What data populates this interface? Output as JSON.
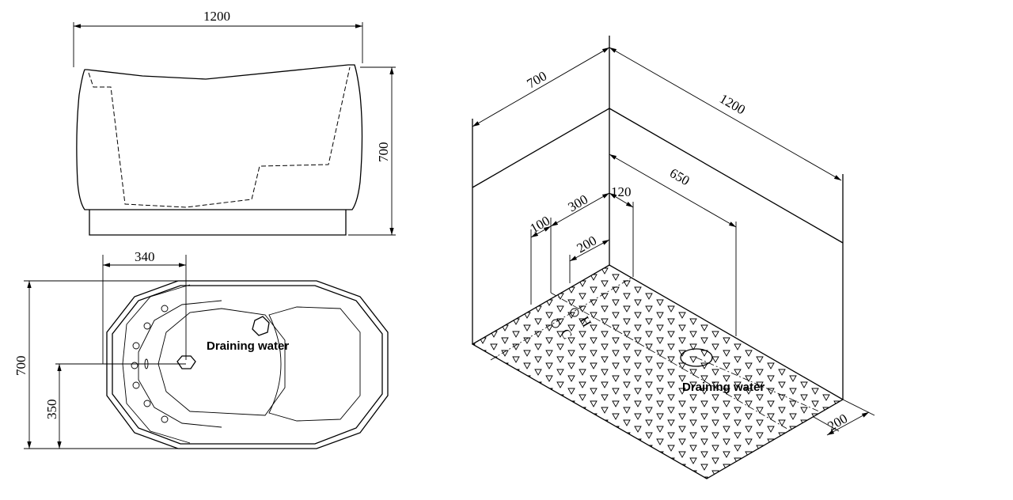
{
  "front_view": {
    "width_dim": "1200",
    "height_dim": "700"
  },
  "top_view": {
    "offset_dim": "340",
    "width_dim": "700",
    "half_dim": "350",
    "drain_label": "Draining water"
  },
  "iso_view": {
    "depth_dim": "700",
    "length_dim": "1200",
    "drain_dim": "650",
    "dim_120": "120",
    "dim_300": "300",
    "dim_100": "100",
    "dim_200_wall": "200",
    "dim_200_floor": "200",
    "cold_label": "C",
    "hot_label": "H",
    "drain_label": "Draining water"
  }
}
